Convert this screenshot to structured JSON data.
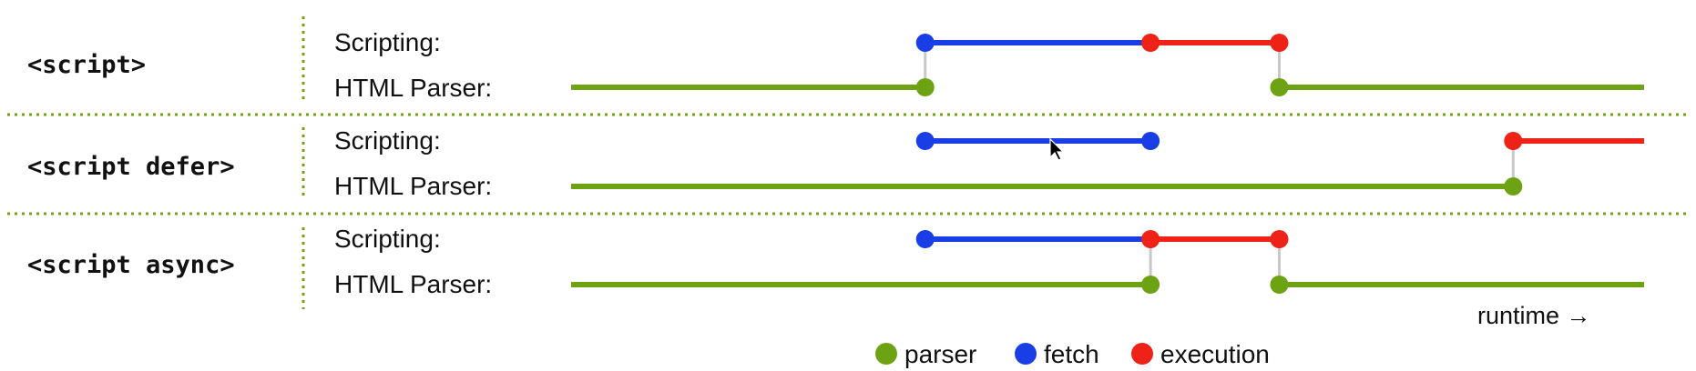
{
  "rows": [
    {
      "label": "<script>",
      "scripting_label": "Scripting:",
      "parser_label": "HTML Parser:",
      "parser_segments": [
        [
          0,
          0.33
        ],
        [
          0.66,
          1.0
        ]
      ],
      "parser_dots": [
        0.33,
        0.66
      ],
      "fetch_segments": [
        [
          0.33,
          0.54
        ]
      ],
      "execution_segments": [
        [
          0.54,
          0.66
        ]
      ],
      "scripting_dots": [
        {
          "t": 0.33,
          "kind": "fetch"
        },
        {
          "t": 0.54,
          "kind": "execution"
        },
        {
          "t": 0.66,
          "kind": "execution"
        }
      ],
      "connectors": [
        0.33,
        0.66
      ]
    },
    {
      "label": "<script defer>",
      "scripting_label": "Scripting:",
      "parser_label": "HTML Parser:",
      "parser_segments": [
        [
          0,
          0.878
        ]
      ],
      "parser_dots": [
        0.878
      ],
      "fetch_segments": [
        [
          0.33,
          0.54
        ]
      ],
      "execution_segments": [
        [
          0.878,
          1.0
        ]
      ],
      "scripting_dots": [
        {
          "t": 0.33,
          "kind": "fetch"
        },
        {
          "t": 0.54,
          "kind": "fetch"
        },
        {
          "t": 0.878,
          "kind": "execution"
        }
      ],
      "connectors": [
        0.878
      ]
    },
    {
      "label": "<script async>",
      "scripting_label": "Scripting:",
      "parser_label": "HTML Parser:",
      "parser_segments": [
        [
          0,
          0.54
        ],
        [
          0.66,
          1.0
        ]
      ],
      "parser_dots": [
        0.54,
        0.66
      ],
      "fetch_segments": [
        [
          0.33,
          0.54
        ]
      ],
      "execution_segments": [
        [
          0.54,
          0.66
        ]
      ],
      "scripting_dots": [
        {
          "t": 0.33,
          "kind": "fetch"
        },
        {
          "t": 0.54,
          "kind": "execution"
        },
        {
          "t": 0.66,
          "kind": "execution"
        }
      ],
      "connectors": [
        0.54,
        0.66
      ]
    }
  ],
  "runtime_label": "runtime →",
  "legend": [
    {
      "key": "parser",
      "label": "parser",
      "color": "#6da312"
    },
    {
      "key": "fetch",
      "label": "fetch",
      "color": "#1a3ee6"
    },
    {
      "key": "execution",
      "label": "execution",
      "color": "#ee2216"
    }
  ],
  "colors": {
    "parser": "#6da312",
    "fetch": "#1a3ee6",
    "execution": "#ee2216",
    "connector": "#c8c8c8",
    "divider": "#6da312"
  },
  "cursor": "mouse-pointer-icon"
}
